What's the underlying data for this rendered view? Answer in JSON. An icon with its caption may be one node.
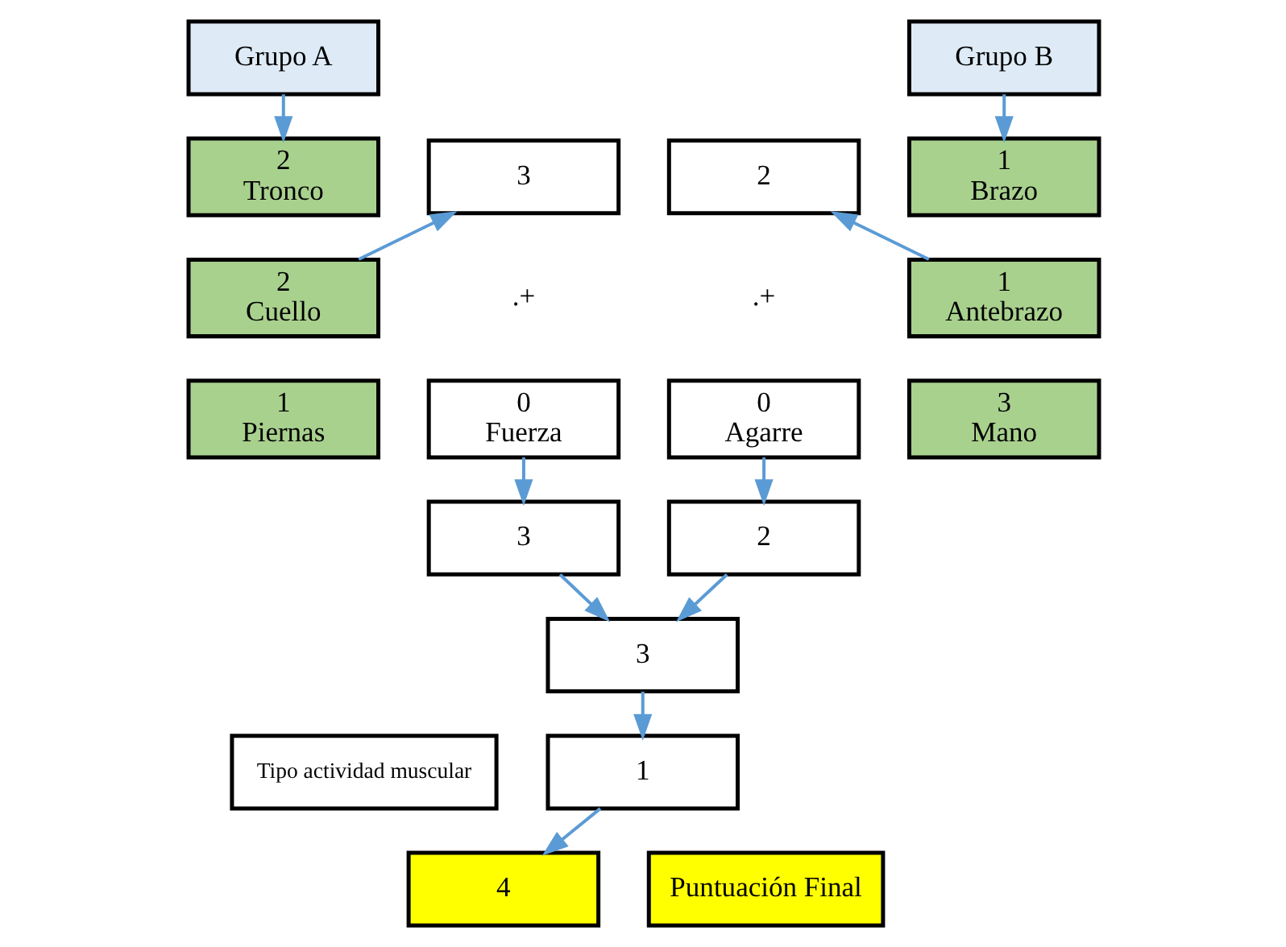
{
  "diagram": {
    "nodes": [
      {
        "text": [
          "Grupo A"
        ]
      },
      {
        "text": [
          "2",
          "Tronco"
        ]
      },
      {
        "text": [
          "2",
          "Cuello"
        ]
      },
      {
        "text": [
          "1",
          "Piernas"
        ]
      },
      {
        "text": [
          "3"
        ]
      },
      {
        "text": [
          "0",
          "Fuerza"
        ]
      },
      {
        "text": [
          "3"
        ]
      },
      {
        "text": [
          "Grupo B"
        ]
      },
      {
        "text": [
          "1",
          "Brazo"
        ]
      },
      {
        "text": [
          "1",
          "Antebrazo"
        ]
      },
      {
        "text": [
          "3",
          "Mano"
        ]
      },
      {
        "text": [
          "2"
        ]
      },
      {
        "text": [
          "0",
          "Agarre"
        ]
      },
      {
        "text": [
          "2"
        ]
      },
      {
        "text": [
          "3"
        ]
      },
      {
        "text": [
          "Tipo actividad muscular"
        ]
      },
      {
        "text": [
          "1"
        ]
      },
      {
        "text": [
          "4"
        ]
      },
      {
        "text": [
          "Puntuación Final"
        ]
      }
    ],
    "edges": [
      {
        "from": 0,
        "to": 1,
        "arrow": "to"
      },
      {
        "from": 2,
        "to": 4,
        "arrow": "to"
      },
      {
        "from": 5,
        "to": 6,
        "arrow": "to"
      },
      {
        "from": 7,
        "to": 8,
        "arrow": "to"
      },
      {
        "from": 9,
        "to": 11,
        "arrow": "to"
      },
      {
        "from": 12,
        "to": 13,
        "arrow": "to"
      },
      {
        "from": 6,
        "to": 14,
        "arrow": "to"
      },
      {
        "from": 13,
        "to": 14,
        "arrow": "to"
      },
      {
        "from": 14,
        "to": 16,
        "arrow": "to"
      },
      {
        "from": 16,
        "to": 17,
        "arrow": "to"
      }
    ],
    "labels": [
      ".+",
      ".+"
    ]
  }
}
